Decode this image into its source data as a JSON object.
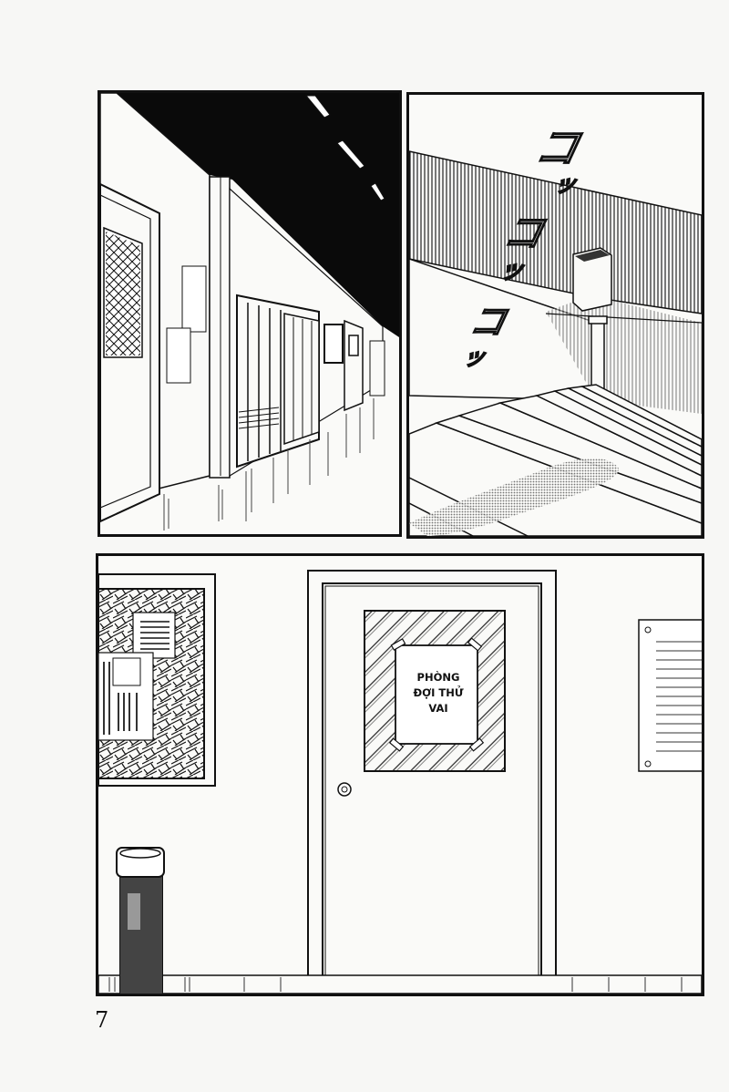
{
  "page": {
    "number": "7",
    "background": "#f7f7f5",
    "ink": "#111111"
  },
  "panels": [
    {
      "id": "panel-1",
      "scene": "school-hallway-perspective",
      "elements": [
        "black-ceiling",
        "fluorescent-lights",
        "classroom-door",
        "notices",
        "lockers",
        "distant-door",
        "reflective-floor"
      ]
    },
    {
      "id": "panel-2",
      "scene": "staircase",
      "sfx": [
        {
          "main": "コ",
          "small": "ッ"
        },
        {
          "main": "コ",
          "small": "ッ"
        },
        {
          "main": "コ",
          "small": "ッ"
        }
      ],
      "elements": [
        "striped-wall",
        "trash-bin",
        "railing",
        "stairs",
        "shadow"
      ]
    },
    {
      "id": "panel-3",
      "scene": "door-with-sign",
      "door_sign": {
        "line1": "PHÒNG",
        "line2": "ĐỢI THỬ",
        "line3": "VAI"
      },
      "elements": [
        "bulletin-board",
        "door",
        "door-knob",
        "wall-notice",
        "umbrella-stand",
        "baseboard"
      ]
    }
  ]
}
